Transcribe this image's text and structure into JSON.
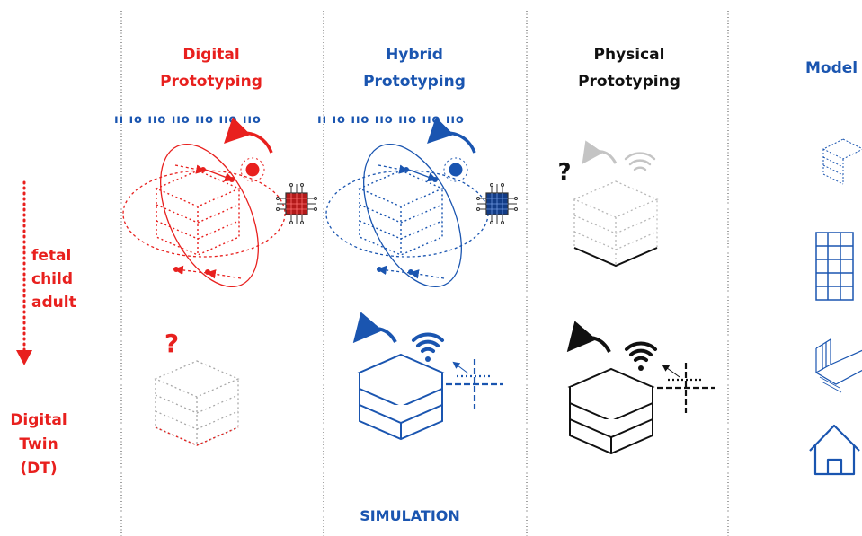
{
  "colors": {
    "red": "#e8201e",
    "blue": "#1a55b0",
    "black": "#111111",
    "gray": "#c4c4c4"
  },
  "stages": [
    "fetal",
    "child",
    "adult"
  ],
  "digital_twin": [
    "Digital",
    "Twin",
    "(DT)"
  ],
  "columns": {
    "digital": [
      "Digital",
      "Prototyping"
    ],
    "hybrid": [
      "Hybrid",
      "Prototyping"
    ],
    "physical": [
      "Physical",
      "Prototyping"
    ],
    "model": "Model"
  },
  "binary_string": "ıı ıo ııo ııo  ııo ııo ııo",
  "question_mark": "?",
  "simulation": "SIMULATION"
}
